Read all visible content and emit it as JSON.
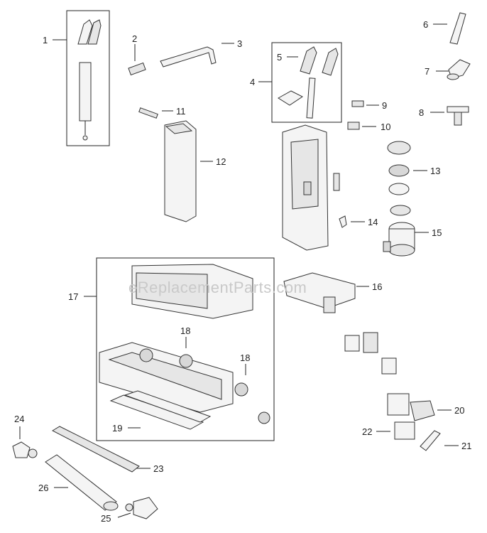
{
  "watermark": "eReplacementParts.com",
  "callouts": {
    "c1": "1",
    "c2": "2",
    "c3": "3",
    "c4": "4",
    "c5": "5",
    "c6": "6",
    "c7": "7",
    "c8": "8",
    "c9": "9",
    "c10": "10",
    "c11": "11",
    "c12": "12",
    "c13": "13",
    "c14": "14",
    "c15": "15",
    "c16": "16",
    "c17": "17",
    "c18a": "18",
    "c18b": "18",
    "c19": "19",
    "c20": "20",
    "c21": "21",
    "c22": "22",
    "c23": "23",
    "c24": "24",
    "c25": "25",
    "c26": "26"
  }
}
